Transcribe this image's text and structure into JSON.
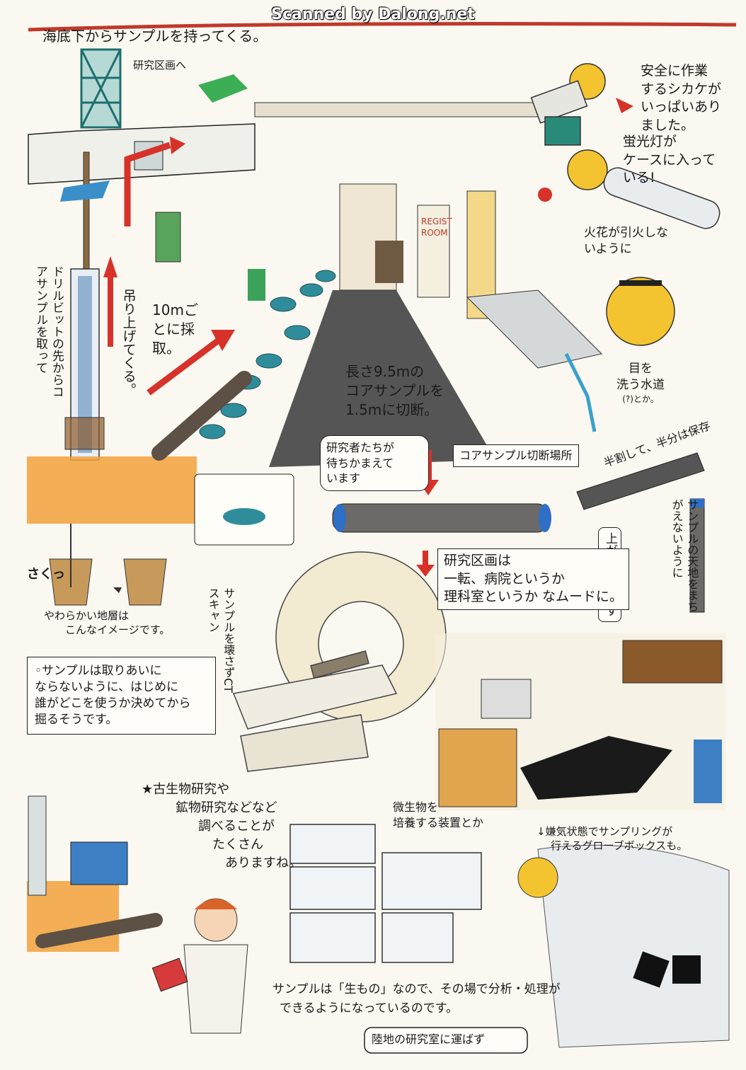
{
  "watermark": "Scanned by Dalong.net",
  "captions": {
    "top_left": "海底下からサンプルを持ってくる。",
    "research_section": "研究区画へ",
    "safety_1": "安全に作業",
    "safety_2": "するシカケが",
    "safety_3": "いっぱいあり",
    "safety_4": "ました。",
    "fluor_1": "蛍光灯が",
    "fluor_2": "ケースに入って",
    "fluor_3": "いる!",
    "spark": "火花が引火しないように",
    "drill": "ドリルビットの先からコアサンプルを取って",
    "lift": "吊り上げてくる。",
    "every10m": "10mごとに採取。",
    "eyewash_1": "目を",
    "eyewash_2": "洗う水道",
    "eyewash_3": "(?)とか。",
    "regist_1": "REGIST",
    "regist_2": "ROOM",
    "cut_1": "長さ9.5mの",
    "cut_2": "コアサンプルを",
    "cut_3": "1.5mに切断。",
    "waiting_1": "研究者たちが",
    "waiting_2": "待ちかまえて",
    "waiting_3": "います",
    "cut_place": "コアサンプル切断場所",
    "half": "半割して、半分は保存",
    "updown": "サンプルの天地をまちがえないように",
    "blue_sky": "上が空の青です",
    "mood_1": "研究区画は",
    "mood_2": "一転、病院というか",
    "mood_3": "理科室というか なムードに。",
    "ct": "サンプルを壊さずCTスキャン",
    "soft_1": "やわらかい地層は",
    "soft_2": "こんなイメージです。",
    "sakku": "さくっ",
    "note_1": "◦サンプルは取りあいに",
    "note_2": "ならないように、はじめに",
    "note_3": "誰がどこを使うか決めてから",
    "note_4": "掘るそうです。",
    "paleo_1": "★古生物研究や",
    "paleo_2": "鉱物研究などなど",
    "paleo_3": "調べることが",
    "paleo_4": "たくさん",
    "paleo_5": "ありますね。",
    "micro_1": "微生物を",
    "micro_2": "培養する装置とか",
    "glove_1": "↓嫌気状態でサンプリングが",
    "glove_2": "行えるグローブボックスも。",
    "bottom_1": "サンプルは「生もの」なので、その場で分析・処理が",
    "bottom_2": "できるようになっているのです。",
    "bottom_3": "陸地の研究室に運ばず"
  }
}
